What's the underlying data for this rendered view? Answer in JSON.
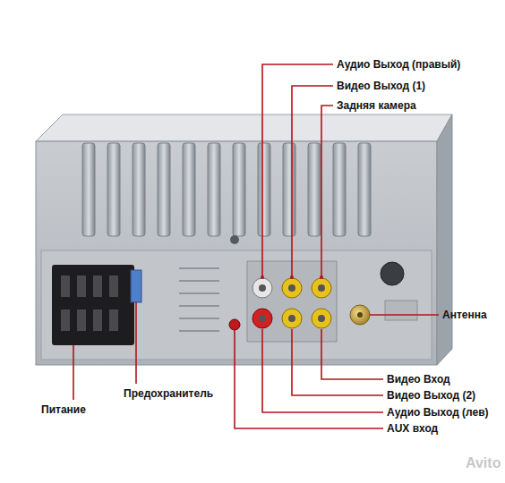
{
  "diagram": {
    "labels": [
      "Аудио Выход (правый)",
      "Видео Выход (1)",
      "Задняя камера",
      "Антенна",
      "Видео Вход",
      "Видео Выход (2)",
      "Аудио Выход (лев)",
      "AUX вход",
      "Предохранитель",
      "Питание",
      "Avito"
    ]
  }
}
